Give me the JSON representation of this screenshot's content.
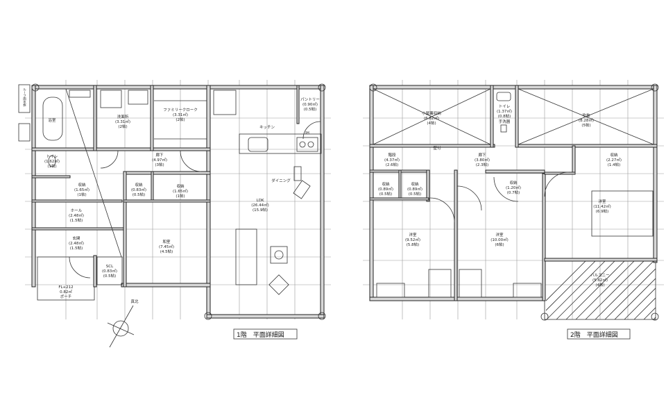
{
  "floor1": {
    "title": "1階　平面詳細図",
    "north_label": "真北",
    "side_label": "ルーフ雨水桝",
    "rooms": [
      {
        "name": "浴室",
        "area": "",
        "tatami": ""
      },
      {
        "name": "洗面所",
        "area": "(3.31㎡)",
        "tatami": "(2帖)"
      },
      {
        "name": "ファミリークローク",
        "area": "(3.31㎡)",
        "tatami": "(2帖)"
      },
      {
        "name": "パントリー",
        "area": "(0.90㎡)",
        "tatami": "(0.5帖)"
      },
      {
        "name": "キッチン",
        "area": "",
        "tatami": ""
      },
      {
        "name": "ダイニング",
        "area": "",
        "tatami": ""
      },
      {
        "name": "LDK",
        "area": "(26.44㎡)",
        "tatami": "(15.9帖)"
      },
      {
        "name": "廊下",
        "area": "(4.97㎡)",
        "tatami": "(3帖)"
      },
      {
        "name": "トイレ",
        "area": "(1.62㎡)",
        "tatami": "(1帖)"
      },
      {
        "name": "収納",
        "area": "(1.65㎡)",
        "tatami": "(1帖)"
      },
      {
        "name": "収納",
        "area": "(0.83㎡)",
        "tatami": "(0.5帖)"
      },
      {
        "name": "収納",
        "area": "(1.65㎡)",
        "tatami": "(1帖)"
      },
      {
        "name": "ホール",
        "area": "(2.48㎡)",
        "tatami": "(1.5帖)"
      },
      {
        "name": "玄関",
        "area": "(2.48㎡)",
        "tatami": "(1.5帖)"
      },
      {
        "name": "和室",
        "area": "(7.45㎡)",
        "tatami": "(4.5帖)"
      },
      {
        "name": "FL+212",
        "area": "0.82㎡",
        "tatami": "ポーチ"
      },
      {
        "name": "SCL",
        "area": "(0.83㎡)",
        "tatami": "(0.5帖)"
      }
    ],
    "stove_label": "IH"
  },
  "floor2": {
    "title": "2階　平面詳細図",
    "rooms": [
      {
        "name": "小屋裏収納",
        "area": "(6.62㎡)",
        "tatami": "(4帖)"
      },
      {
        "name": "トイレ",
        "area": "(1.37㎡)",
        "tatami": "(0.8帖)"
      },
      {
        "name": "吹抜",
        "area": "(8.28㎡)",
        "tatami": "(5帖)"
      },
      {
        "name": "階段",
        "area": "(4.37㎡)",
        "tatami": "(2.6帖)"
      },
      {
        "name": "廊下",
        "area": "(3.80㎡)",
        "tatami": "(2.3帖)"
      },
      {
        "name": "収納",
        "area": "(2.27㎡)",
        "tatami": "(1.4帖)"
      },
      {
        "name": "収納",
        "area": "(1.20㎡)",
        "tatami": "(0.7帖)"
      },
      {
        "name": "収納",
        "area": "(0.89㎡)",
        "tatami": "(0.5帖)"
      },
      {
        "name": "収納",
        "area": "(0.89㎡)",
        "tatami": "(0.5帖)"
      },
      {
        "name": "洋室",
        "area": "(11.42㎡)",
        "tatami": "(6.9帖)"
      },
      {
        "name": "洋室",
        "area": "(9.52㎡)",
        "tatami": "(5.8帖)"
      },
      {
        "name": "洋室",
        "area": "(10.00㎡)",
        "tatami": "(6帖)"
      },
      {
        "name": "バルコニー",
        "area": "(5.62㎡)",
        "tatami": "(4帖)"
      }
    ],
    "toilet_extra": "手洗器",
    "wall_label": "壁付"
  }
}
